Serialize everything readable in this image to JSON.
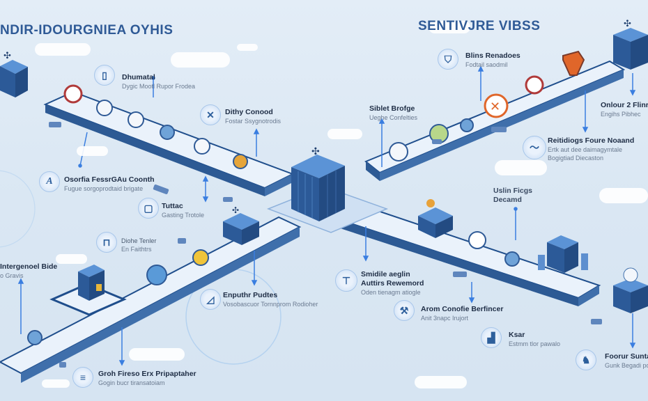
{
  "titles": {
    "left": "NDIR-IDOURGNIEA OYHIS",
    "right": "SENTIVJRE VIBSS"
  },
  "labels": [
    {
      "id": "dhumatal",
      "icon": "document-icon",
      "glyph": "▯",
      "title": "Dhumatal",
      "sub": "Dygic Mootl Rupor Frodea"
    },
    {
      "id": "dithy-conood",
      "icon": "antenna-icon",
      "glyph": "✕",
      "title": "Dithy Conood",
      "sub": "Fostar Ssygnotrodis"
    },
    {
      "id": "osorfia-fessra",
      "icon": "letter-a-icon",
      "glyph": "A",
      "title": "Osorfia FessrGAu Coonth",
      "sub": "Fugue sorgoprodtaid brigate"
    },
    {
      "id": "tuttac",
      "icon": "square-icon",
      "glyph": "▢",
      "title": "Tuttac",
      "sub": "Gasting Trotole"
    },
    {
      "id": "dioht-tertler",
      "icon": "lock-icon",
      "glyph": "⊓",
      "title": "Diohe Tenler",
      "sub": "En Faithtrs"
    },
    {
      "id": "intergenoel-bide",
      "icon": "",
      "glyph": "",
      "title": "Intergenoel Bide",
      "sub": "o Gravis"
    },
    {
      "id": "enputhr-pudtes",
      "icon": "ramp-icon",
      "glyph": "◿",
      "title": "Enputhr Pudtes",
      "sub": "Vosobascuor Tornnprom Rodioher"
    },
    {
      "id": "groh-freso",
      "icon": "terminal-icon",
      "glyph": "≡",
      "title": "Groh Fireso Erx Pripaptaher",
      "sub": "Gogin bucr tiransatoiam"
    },
    {
      "id": "blins-renadoes",
      "icon": "shield-icon",
      "glyph": "⛉",
      "title": "Blins Renadoes",
      "sub": "Fodtail saodmil"
    },
    {
      "id": "sidet-brofge",
      "icon": "",
      "glyph": "",
      "title": "Siblet Brofge",
      "sub": "Ueghe Confelties"
    },
    {
      "id": "onlour-2-flinr",
      "icon": "",
      "glyph": "",
      "title": "Onlour 2 Flinr",
      "sub": "Engihs Pibhec"
    },
    {
      "id": "reitidiogs-foure",
      "icon": "wave-icon",
      "glyph": "〜",
      "title": "Reitidiogs Foure Noaand",
      "sub": "Ertk aut dee daimagymtale",
      "sub2": "Bogigtiad Diecaston"
    },
    {
      "id": "uslin-ficgs",
      "icon": "",
      "glyph": "",
      "title": "Uslin Ficgs",
      "sub": "Decamd"
    },
    {
      "id": "smidile-aegln",
      "icon": "gate-icon",
      "glyph": "⊤",
      "title": "Smidile aeglin",
      "title2": "Auttirs Rewemord",
      "sub": "Oden tienagm atiogle"
    },
    {
      "id": "arom-conofie",
      "icon": "tools-icon",
      "glyph": "⚒",
      "title": "Arom Conofie Berfincer",
      "sub": "Anit 3napc Irujort"
    },
    {
      "id": "ksar",
      "icon": "bar-chart-icon",
      "glyph": "▟",
      "title": "Ksar",
      "sub": "Estmm tlor pawalo"
    },
    {
      "id": "foorur-sunta",
      "icon": "robot-icon",
      "glyph": "♞",
      "title": "Foorur Sunta",
      "sub": "Gunk Begadi po"
    }
  ],
  "colors": {
    "title": "#2f5a96",
    "platform_top": "#e8f1fb",
    "platform_edge": "#1f4e8c",
    "building": "#2f5e9e",
    "arrow": "#3a7ee0",
    "accent_orange": "#e0662a"
  }
}
